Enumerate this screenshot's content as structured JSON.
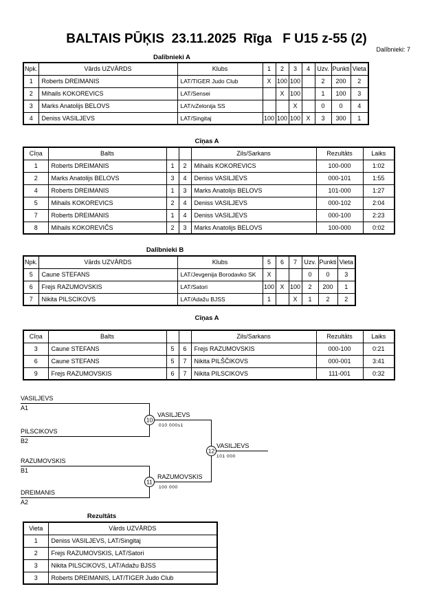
{
  "page": {
    "title": "BALTAIS PŪĶIS  23.11.2025  Rīga   F U15 z-55 (2)",
    "participants_count": "Dalībnieki: 7"
  },
  "participants_a": {
    "heading": "Dalībnieki A",
    "headers": {
      "npk": "Npk.",
      "name": "Vārds UZVĀRDS",
      "club": "Klubs",
      "c1": "1",
      "c2": "2",
      "c3": "3",
      "c4": "4",
      "wins": "Uzv.",
      "points": "Punkti",
      "place": "Vieta"
    },
    "rows": [
      {
        "npk": "1",
        "name": "Roberts DREIMANIS",
        "club": "LAT/TIGER Judo Club",
        "m1": "X",
        "m2": "100",
        "m3": "100",
        "m4": "",
        "wins": "2",
        "points": "200",
        "place": "2"
      },
      {
        "npk": "2",
        "name": "Mihails KOKOREVICS",
        "club": "LAT/Sensei",
        "m1": "",
        "m2": "X",
        "m3": "100",
        "m4": "",
        "wins": "1",
        "points": "100",
        "place": "3"
      },
      {
        "npk": "3",
        "name": "Marks Anatolijs BELOVS",
        "club": "LAT/vZelonija SS",
        "m1": "",
        "m2": "",
        "m3": "X",
        "m4": "",
        "wins": "0",
        "points": "0",
        "place": "4"
      },
      {
        "npk": "4",
        "name": "Deniss VASILJEVS",
        "club": "LAT/Singitaj",
        "m1": "100",
        "m2": "100",
        "m3": "100",
        "m4": "X",
        "wins": "3",
        "points": "300",
        "place": "1"
      }
    ]
  },
  "fights_a": {
    "heading": "Cīņas A",
    "headers": {
      "fight": "Cīņa",
      "white": "Balts",
      "wn": "",
      "bn": "",
      "blue": "Zils/Sarkans",
      "result": "Rezultāts",
      "time": "Laiks"
    },
    "rows": [
      {
        "no": "1",
        "white": "Roberts DREIMANIS",
        "wn": "1",
        "bn": "2",
        "blue": "Mihails KOKOREVICS",
        "result": "100-000",
        "time": "1:02"
      },
      {
        "no": "2",
        "white": "Marks Anatolijs BELOVS",
        "wn": "3",
        "bn": "4",
        "blue": "Deniss VASILJEVS",
        "result": "000-101",
        "time": "1:55"
      },
      {
        "no": "4",
        "white": "Roberts DREIMANIS",
        "wn": "1",
        "bn": "3",
        "blue": "Marks Anatolijs BELOVS",
        "result": "101-000",
        "time": "1:27"
      },
      {
        "no": "5",
        "white": "Mihails KOKOREVICS",
        "wn": "2",
        "bn": "4",
        "blue": "Deniss VASILJEVS",
        "result": "000-102",
        "time": "2:04"
      },
      {
        "no": "7",
        "white": "Roberts DREIMANIS",
        "wn": "1",
        "bn": "4",
        "blue": "Deniss VASILJEVS",
        "result": "000-100",
        "time": "2:23"
      },
      {
        "no": "8",
        "white": "Mihails KOKOREVIČS",
        "wn": "2",
        "bn": "3",
        "blue": "Marks Anatolijs BELOVS",
        "result": "100-000",
        "time": "0:02"
      }
    ]
  },
  "participants_b": {
    "heading": "Dalībnieki B",
    "headers": {
      "npk": "Npk.",
      "name": "Vārds UZVĀRDS",
      "club": "Klubs",
      "c1": "5",
      "c2": "6",
      "c3": "7",
      "wins": "Uzv.",
      "points": "Punkti",
      "place": "Vieta"
    },
    "rows": [
      {
        "npk": "5",
        "name": "Caune STEFANS",
        "club": "LAT/Jevgenija Borodavko SK",
        "m1": "X",
        "m2": "",
        "m3": "",
        "wins": "0",
        "points": "0",
        "place": "3"
      },
      {
        "npk": "6",
        "name": "Frejs RAZUMOVSKIS",
        "club": "LAT/Satori",
        "m1": "100",
        "m2": "X",
        "m3": "100",
        "wins": "2",
        "points": "200",
        "place": "1"
      },
      {
        "npk": "7",
        "name": "Nikita PILSCIKOVS",
        "club": "LAT/Adažu BJSS",
        "m1": "1",
        "m2": "",
        "m3": "X",
        "wins": "1",
        "points": "2",
        "place": "2"
      }
    ]
  },
  "fights_b": {
    "heading": "Cīņas A",
    "headers": {
      "fight": "Cīņa",
      "white": "Balts",
      "wn": "",
      "bn": "",
      "blue": "Zils/Sarkans",
      "result": "Rezultāts",
      "time": "Laiks"
    },
    "rows": [
      {
        "no": "3",
        "white": "Caune STEFANS",
        "wn": "5",
        "bn": "6",
        "blue": "Frejs RAZUMOVSKIS",
        "result": "000-100",
        "time": "0:21"
      },
      {
        "no": "6",
        "white": "Caune STEFANS",
        "wn": "5",
        "bn": "7",
        "blue": "Nikita PILŠČIKOVS",
        "result": "000-001",
        "time": "3:41"
      },
      {
        "no": "9",
        "white": "Frejs RAZUMOVSKIS",
        "wn": "6",
        "bn": "7",
        "blue": "Nikita PILSCIKOVS",
        "result": "111-001",
        "time": "0:32"
      }
    ]
  },
  "bracket": {
    "entries": [
      {
        "name": "VASILJEVS",
        "seed": "A1"
      },
      {
        "name": "PILSCIKOVS",
        "seed": "B2"
      },
      {
        "name": "RAZUMOVSKIS",
        "seed": "B1"
      },
      {
        "name": "DREIMANIS",
        "seed": "A2"
      }
    ],
    "semifinal_1": {
      "number": "10",
      "winner": "VASILJEVS",
      "score": "010  000s1"
    },
    "semifinal_2": {
      "number": "11",
      "winner": "RAZUMOVSKIS",
      "score": "100  000"
    },
    "final": {
      "number": "12",
      "winner": "VASILJEVS",
      "score": "101  000"
    }
  },
  "results": {
    "heading": "Rezultāts",
    "headers": {
      "place": "Vieta",
      "name": "Vārds UZVĀRDS"
    },
    "rows": [
      {
        "place": "1",
        "name": "Deniss VASILJEVS, LAT/Singitaj"
      },
      {
        "place": "2",
        "name": "Frejs RAZUMOVSKIS, LAT/Satori"
      },
      {
        "place": "3",
        "name": "Nikita PILSCIKOVS, LAT/Adažu BJSS"
      },
      {
        "place": "3",
        "name": "Roberts DREIMANIS, LAT/TIGER Judo Club"
      }
    ]
  }
}
